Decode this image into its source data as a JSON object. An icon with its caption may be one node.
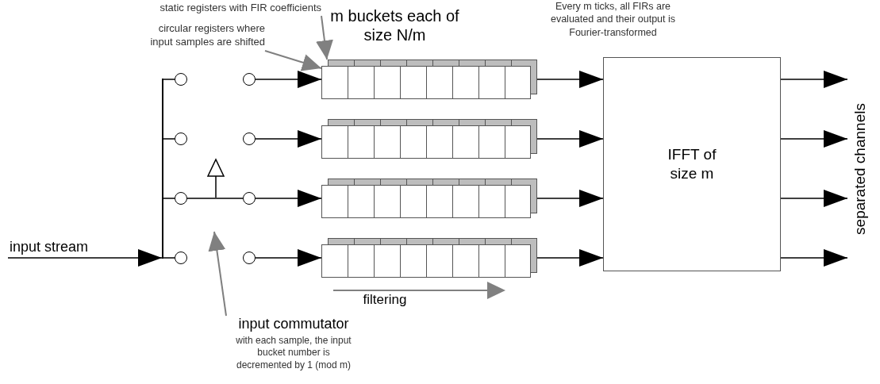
{
  "diagram": {
    "nodes": [
      {
        "text": [
          "static registers with FIR coefficients"
        ]
      },
      {
        "text": [
          "circular registers where input samples are shifted"
        ]
      },
      {
        "text": [],
        "shape": "circle"
      },
      {
        "text": [],
        "shape": "circle"
      },
      {
        "text": [],
        "shape": "circle"
      },
      {
        "text": [],
        "shape": "circle"
      },
      {
        "text": [],
        "shape": "circle"
      },
      {
        "text": [],
        "shape": "circle"
      },
      {
        "text": [],
        "shape": "circle"
      },
      {
        "text": [],
        "shape": "circle"
      },
      {
        "text": [],
        "shape": "box"
      },
      {
        "text": [],
        "shape": "box"
      },
      {
        "text": [],
        "shape": "box"
      },
      {
        "text": [],
        "shape": "box"
      },
      {
        "text": [
          "IFFT of size m"
        ]
      },
      {
        "text": [
          "input commutator",
          "with each sample, the input bucket number is decremented by 1 (mod m)"
        ]
      },
      {
        "text": [],
        "shape": "bar"
      },
      {
        "text": [
          "separated channels"
        ]
      }
    ],
    "edges": [
      {
        "from": null,
        "to": 16,
        "arrow": "to",
        "label": "input stream"
      },
      {
        "from": 16,
        "to": 2,
        "arrow": "none"
      },
      {
        "from": 16,
        "to": 3,
        "arrow": "none"
      },
      {
        "from": 16,
        "to": 4,
        "arrow": "none"
      },
      {
        "from": 16,
        "to": 5,
        "arrow": "none"
      },
      {
        "from": 4,
        "to": 8,
        "arrow": "none"
      },
      {
        "from": 6,
        "to": 10,
        "arrow": "to"
      },
      {
        "from": 7,
        "to": 11,
        "arrow": "to"
      },
      {
        "from": 8,
        "to": 12,
        "arrow": "to"
      },
      {
        "from": 9,
        "to": 13,
        "arrow": "to"
      },
      {
        "from": 10,
        "to": 14,
        "arrow": "to"
      },
      {
        "from": 11,
        "to": 14,
        "arrow": "to"
      },
      {
        "from": 12,
        "to": 14,
        "arrow": "to"
      },
      {
        "from": 13,
        "to": 14,
        "arrow": "to"
      },
      {
        "from": 14,
        "to": 17,
        "arrow": "to"
      },
      {
        "from": 14,
        "to": 17,
        "arrow": "to"
      },
      {
        "from": 14,
        "to": 17,
        "arrow": "to"
      },
      {
        "from": 14,
        "to": 17,
        "arrow": "to"
      },
      {
        "from": 0,
        "to": 10,
        "arrow": "to",
        "color": "#808080"
      },
      {
        "from": 1,
        "to": 10,
        "arrow": "to",
        "color": "#808080"
      },
      {
        "from": 15,
        "to": null,
        "arrow": "to",
        "color": "#808080"
      }
    ],
    "labels": [
      "m buckets each of size N/m",
      "Every m ticks, all FIRs are evaluated and their output is Fourier-transformed",
      "filtering"
    ]
  }
}
